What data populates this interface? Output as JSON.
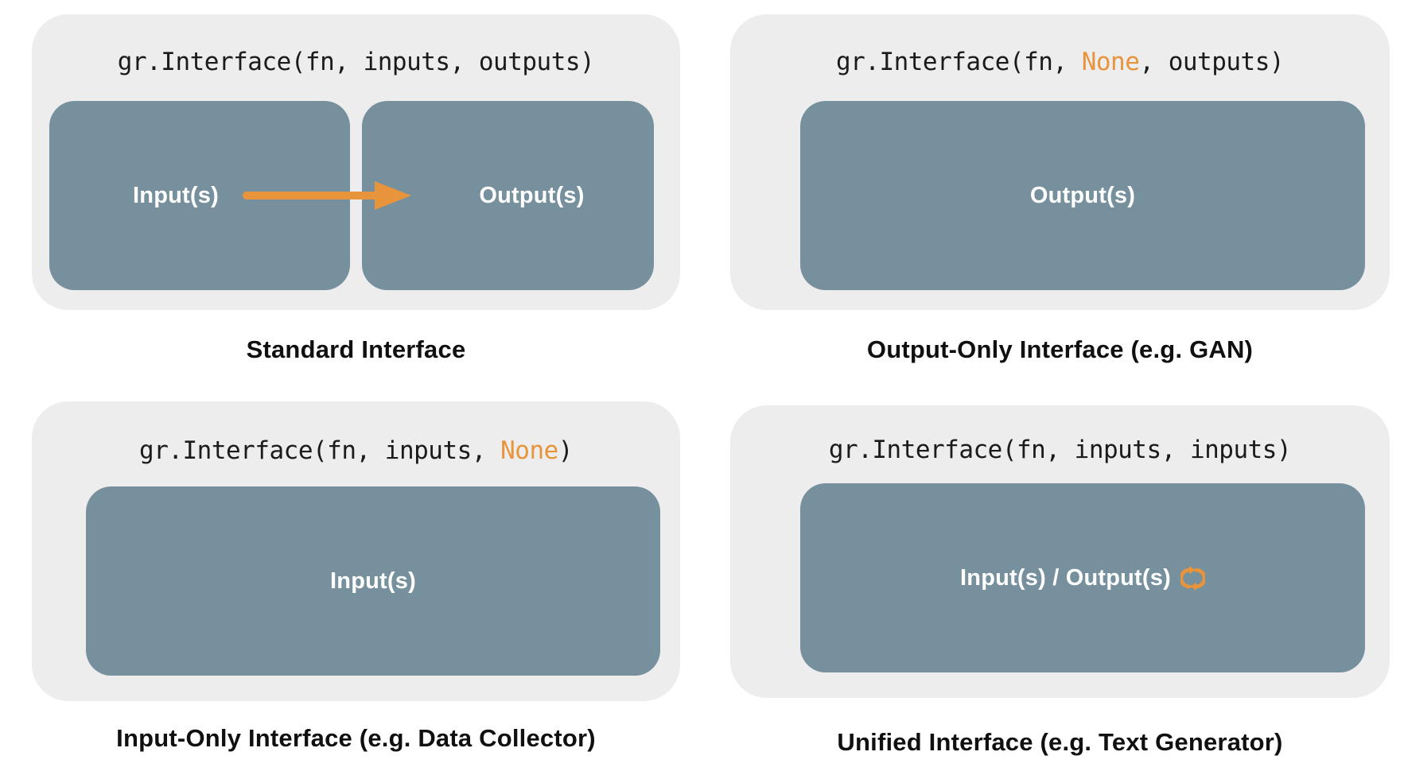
{
  "colors": {
    "accent": "#E8943C",
    "panel_bg": "#EDEDEE",
    "box_bg": "#76909D",
    "code_text": "#1B1B1B",
    "caption_text": "#101010",
    "label_text": "#FFFFFF",
    "page_bg": "#FFFFFF"
  },
  "panels": {
    "standard": {
      "code": {
        "before": "gr.Interface(fn, inputs, outputs)",
        "accent": "",
        "after": ""
      },
      "input_label": "Input(s)",
      "output_label": "Output(s)",
      "caption": "Standard Interface"
    },
    "output_only": {
      "code": {
        "before": "gr.Interface(fn, ",
        "accent": "None",
        "after": ", outputs)"
      },
      "label": "Output(s)",
      "caption": "Output-Only Interface (e.g. GAN)"
    },
    "input_only": {
      "code": {
        "before": "gr.Interface(fn, inputs, ",
        "accent": "None",
        "after": ")"
      },
      "label": "Input(s)",
      "caption": "Input-Only Interface (e.g. Data Collector)"
    },
    "unified": {
      "code": {
        "before": "gr.Interface(fn, inputs, inputs)",
        "accent": "",
        "after": ""
      },
      "label": "Input(s) / Output(s)",
      "caption": "Unified Interface (e.g. Text Generator)"
    }
  },
  "icons": {
    "arrow": "arrow-right-icon",
    "sync": "sync-icon"
  }
}
